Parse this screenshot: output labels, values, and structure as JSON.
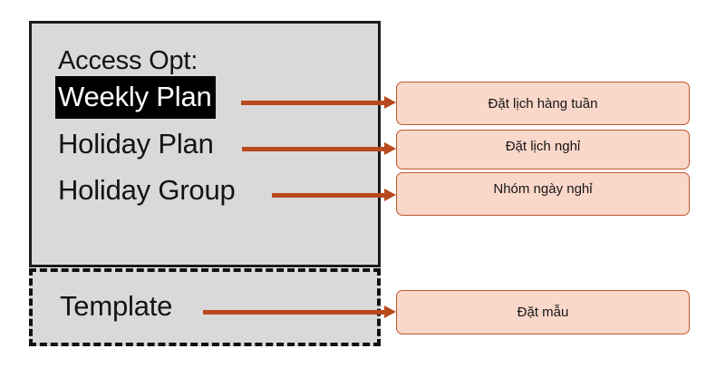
{
  "diagram": {
    "menu_panel": {
      "title": "Access Opt:",
      "items": [
        {
          "label": "Weekly Plan",
          "selected": true
        },
        {
          "label": "Holiday Plan",
          "selected": false
        },
        {
          "label": "Holiday Group",
          "selected": false
        }
      ]
    },
    "template_panel": {
      "label": "Template"
    },
    "callouts": [
      {
        "text": "Đặt lịch hàng tuần"
      },
      {
        "text": "Đặt lịch nghỉ"
      },
      {
        "text": "Nhóm ngày nghỉ"
      },
      {
        "text": "Đặt mẫu"
      }
    ],
    "colors": {
      "panel_fill": "#d9d9d9",
      "panel_border": "#1a1a1a",
      "callout_fill": "#f9d7c9",
      "callout_border": "#c2562f",
      "arrow": "#b84a1e",
      "selected_fill": "#000000",
      "selected_text": "#ffffff"
    }
  }
}
